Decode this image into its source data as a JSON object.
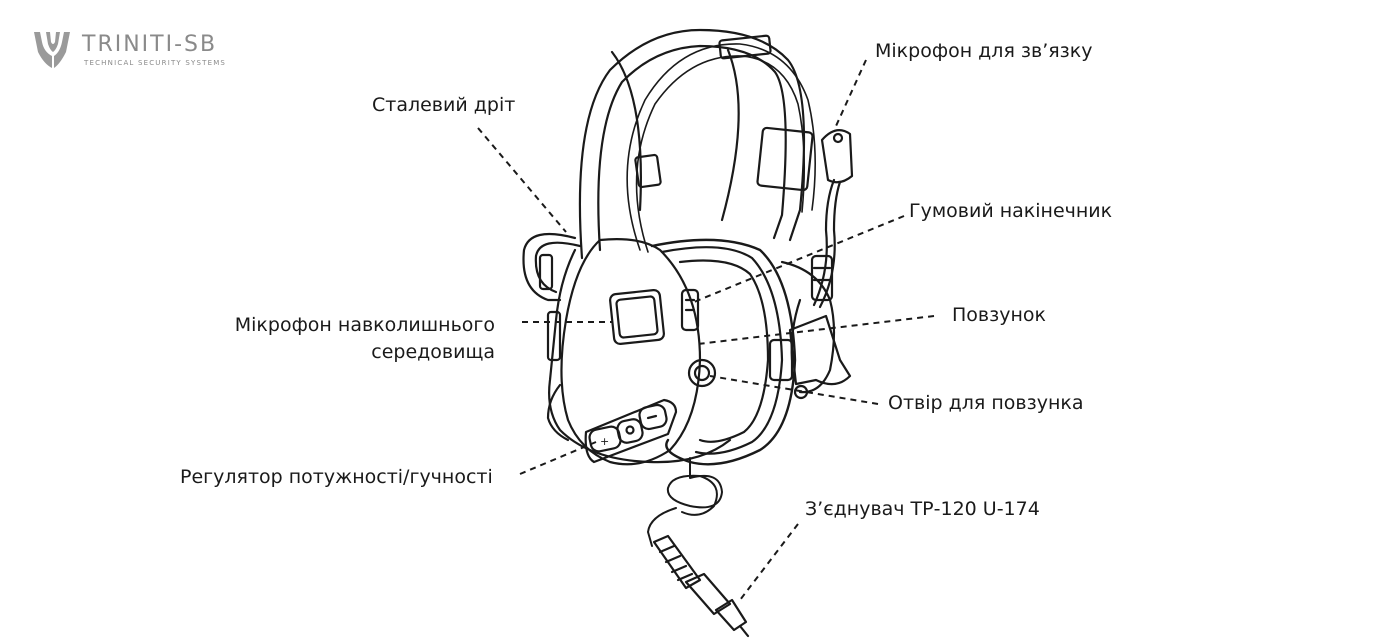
{
  "logo": {
    "name": "TRINITI-SB",
    "tagline": "TECHNICAL SECURITY SYSTEMS",
    "color": "#8a8a8a"
  },
  "diagram": {
    "subject": "headset",
    "callouts": [
      {
        "id": "comm-mic",
        "text": "Мікрофон для зв’язку"
      },
      {
        "id": "steel-wire",
        "text": "Сталевий дріт"
      },
      {
        "id": "rubber-tip",
        "text": "Гумовий накінечник"
      },
      {
        "id": "ambient-mic",
        "text": "Мікрофон навколишнього середовища",
        "lines": [
          "Мікрофон навколишнього",
          "середовища"
        ]
      },
      {
        "id": "slider",
        "text": "Повзунок"
      },
      {
        "id": "slider-hole",
        "text": "Отвір для повзунка"
      },
      {
        "id": "volume-control",
        "text": "Регулятор потужності/гучності"
      },
      {
        "id": "connector",
        "text": "З’єднувач ТР-120 U-174"
      }
    ]
  },
  "colors": {
    "line": "#1a1a1a",
    "text": "#1a1a1a",
    "background": "#ffffff"
  }
}
